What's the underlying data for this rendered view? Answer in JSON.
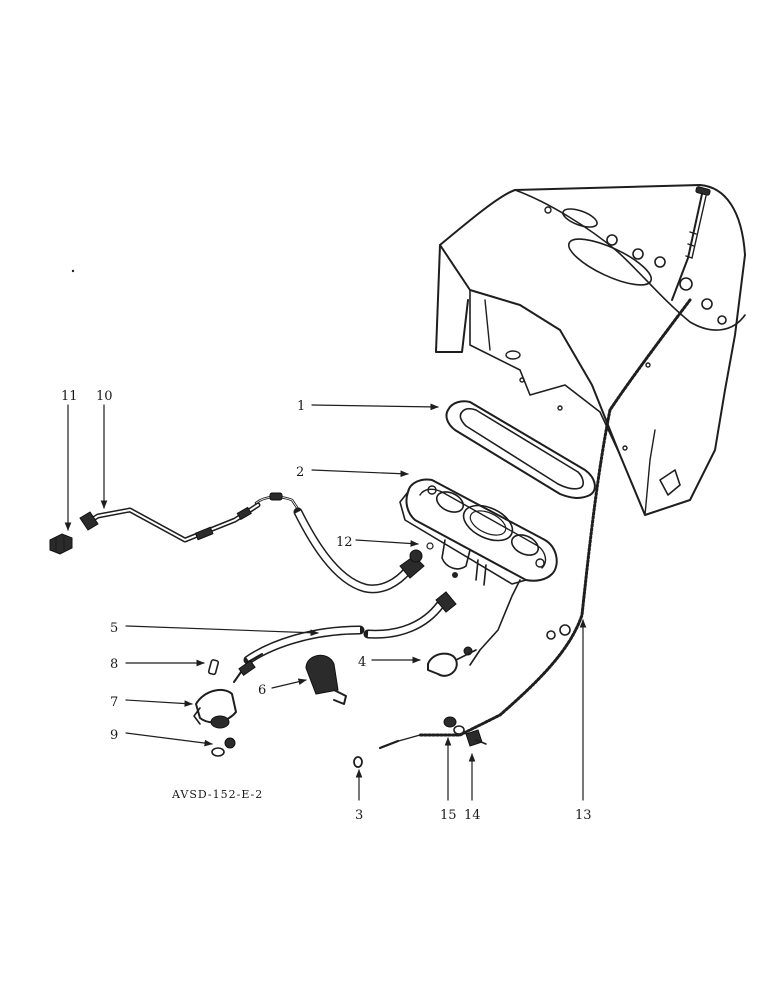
{
  "drawing_code": "AVSD-152-E-2",
  "callouts": {
    "c1": "1",
    "c2": "2",
    "c3": "3",
    "c4": "4",
    "c5": "5",
    "c6": "6",
    "c7": "7",
    "c8": "8",
    "c9": "9",
    "c10": "10",
    "c11": "11",
    "c12": "12",
    "c13": "13",
    "c14": "14",
    "c15": "15"
  }
}
